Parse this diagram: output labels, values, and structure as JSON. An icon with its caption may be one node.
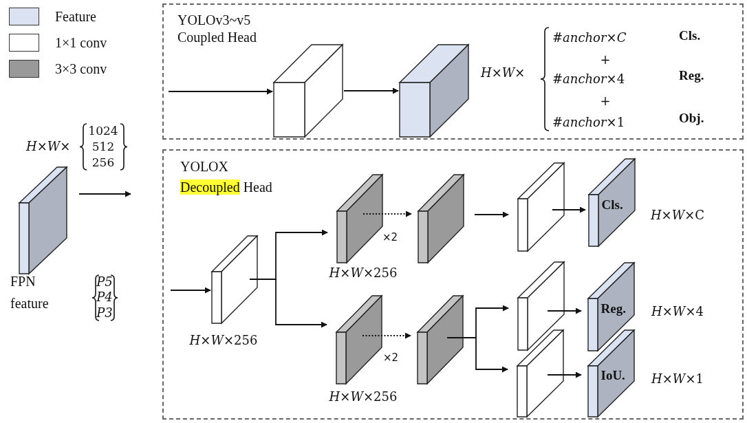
{
  "diagram": {
    "nodes": [
      {
        "text": [
          "YOLOv3~v5 Coupled Head"
        ]
      },
      {
        "text": [],
        "shape": "box",
        "in": 0
      },
      {
        "text": [],
        "shape": "box",
        "in": 0
      },
      {
        "text": [
          "YOLOX",
          "Decoupled Head"
        ]
      },
      {
        "text": [],
        "shape": "box"
      },
      {
        "text": [],
        "shape": "box",
        "in": 3,
        "beside": [
          "*H*×*W*×256"
        ]
      },
      {
        "text": [],
        "shape": "box",
        "in": 3,
        "beside": [
          "*H*×*W*×256"
        ]
      },
      {
        "text": [],
        "shape": "box",
        "in": 3
      },
      {
        "text": [],
        "shape": "box",
        "in": 3,
        "beside": [
          "*H*×*W*×256"
        ]
      },
      {
        "text": [],
        "shape": "box",
        "in": 3
      },
      {
        "text": [],
        "shape": "box",
        "in": 3
      },
      {
        "text": [],
        "shape": "box",
        "in": 3
      },
      {
        "text": [],
        "shape": "box",
        "in": 3
      },
      {
        "text": [
          "Cls."
        ],
        "in": 3,
        "beside": [
          "*H*×*W*×C"
        ]
      },
      {
        "text": [
          "Reg."
        ],
        "in": 3,
        "beside": [
          "*H*×*W*×4"
        ]
      },
      {
        "text": [
          "IoU."
        ],
        "in": 3,
        "beside": [
          "*H*×*W*×1"
        ]
      }
    ],
    "edges": [
      {
        "from": null,
        "to": 1,
        "arrow": "to"
      },
      {
        "from": 1,
        "to": 2,
        "arrow": "to"
      },
      {
        "from": 4,
        "to": null,
        "arrow": "to"
      },
      {
        "from": null,
        "to": 5,
        "arrow": "to"
      },
      {
        "from": 5,
        "to": 6,
        "arrow": "to"
      },
      {
        "from": 5,
        "to": 8,
        "arrow": "to"
      },
      {
        "from": 6,
        "to": 7,
        "arrow": "to",
        "style": "dashed",
        "label": "×2"
      },
      {
        "from": 8,
        "to": 9,
        "arrow": "to",
        "style": "dashed",
        "label": "×2"
      },
      {
        "from": 7,
        "to": 10,
        "arrow": "to"
      },
      {
        "from": 10,
        "to": 13,
        "arrow": "to"
      },
      {
        "from": 9,
        "to": 11,
        "arrow": "to"
      },
      {
        "from": 9,
        "to": 12,
        "arrow": "to"
      },
      {
        "from": 11,
        "to": 14,
        "arrow": "to"
      },
      {
        "from": 12,
        "to": 15,
        "arrow": "to"
      }
    ],
    "labels": [
      "*H*×*W*×",
      "#*anchor*×*C*",
      "+",
      "#*anchor*×4",
      "+",
      "#*anchor*×1",
      "Cls.",
      "Reg.",
      "Obj.",
      "*H*×*W*×",
      "1024",
      "512",
      "256",
      "FPN feature",
      "P5",
      "P4",
      "P3"
    ],
    "legend": [
      {
        "text": "Feature",
        "color": "#dbe3f3"
      },
      {
        "text": "1×1 conv",
        "color": "#ffffff"
      },
      {
        "text": "3×3 conv",
        "color": "#999999"
      }
    ]
  }
}
